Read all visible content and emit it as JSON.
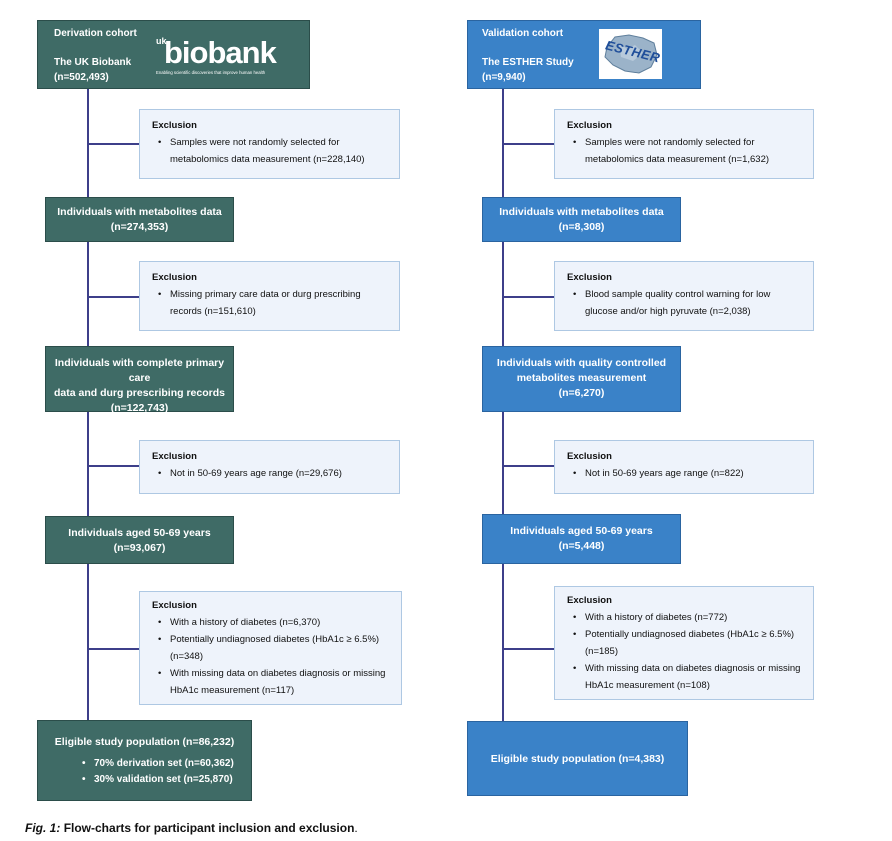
{
  "left": {
    "header": {
      "label": "Derivation cohort",
      "study": "The UK Biobank",
      "n": "(n=502,493)",
      "logo_uk": "uk",
      "logo_main": "biobank",
      "logo_tagline": "Enabling scientific discoveries that improve human health"
    },
    "excl1": {
      "title": "Exclusion",
      "items": [
        "Samples were not randomly selected for metabolomics data measurement (n=228,140)"
      ]
    },
    "box2": {
      "line1": "Individuals with metabolites data",
      "line2": "(n=274,353)"
    },
    "excl2": {
      "title": "Exclusion",
      "items": [
        "Missing primary care data or durg prescribing records (n=151,610)"
      ]
    },
    "box3": {
      "line1": "Individuals with complete primary care",
      "line2": "data and durg prescribing records",
      "line3": "(n=122,743)"
    },
    "excl3": {
      "title": "Exclusion",
      "items": [
        "Not in 50-69 years age range (n=29,676)"
      ]
    },
    "box4": {
      "line1": "Individuals aged 50-69 years",
      "line2": "(n=93,067)"
    },
    "excl4": {
      "title": "Exclusion",
      "items": [
        "With a history of diabetes (n=6,370)",
        "Potentially undiagnosed diabetes (HbA1c ≥ 6.5%) (n=348)",
        "With missing data on diabetes diagnosis or missing HbA1c measurement (n=117)"
      ]
    },
    "final": {
      "line1": "Eligible study population (n=86,232)",
      "items": [
        "70% derivation set (n=60,362)",
        "30% validation set (n=25,870)"
      ]
    }
  },
  "right": {
    "header": {
      "label": "Validation cohort",
      "study": "The ESTHER Study",
      "n": "(n=9,940)",
      "logo_text": "ESTHER"
    },
    "excl1": {
      "title": "Exclusion",
      "items": [
        "Samples were not randomly selected for metabolomics data measurement (n=1,632)"
      ]
    },
    "box2": {
      "line1": "Individuals with metabolites data",
      "line2": "(n=8,308)"
    },
    "excl2": {
      "title": "Exclusion",
      "items": [
        "Blood sample quality control warning for low glucose and/or high pyruvate (n=2,038)"
      ]
    },
    "box3": {
      "line1": "Individuals with quality controlled",
      "line2": "metabolites measurement",
      "line3": "(n=6,270)"
    },
    "excl3": {
      "title": "Exclusion",
      "items": [
        "Not in 50-69 years age range (n=822)"
      ]
    },
    "box4": {
      "line1": "Individuals aged 50-69 years",
      "line2": "(n=5,448)"
    },
    "excl4": {
      "title": "Exclusion",
      "items": [
        "With a history of diabetes (n=772)",
        "Potentially undiagnosed diabetes (HbA1c ≥ 6.5%) (n=185)",
        "With missing data on diabetes diagnosis or missing HbA1c measurement (n=108)"
      ]
    },
    "final": {
      "line1": "Eligible study population (n=4,383)"
    }
  },
  "caption": {
    "fig": "Fig. 1:",
    "title": "Flow-charts for participant inclusion and exclusion",
    "end": "."
  },
  "colors": {
    "left_box": "#3f6b66",
    "right_box": "#3a82c8",
    "exclusion_bg": "#eef3fb",
    "connector": "#3d3f8a"
  }
}
